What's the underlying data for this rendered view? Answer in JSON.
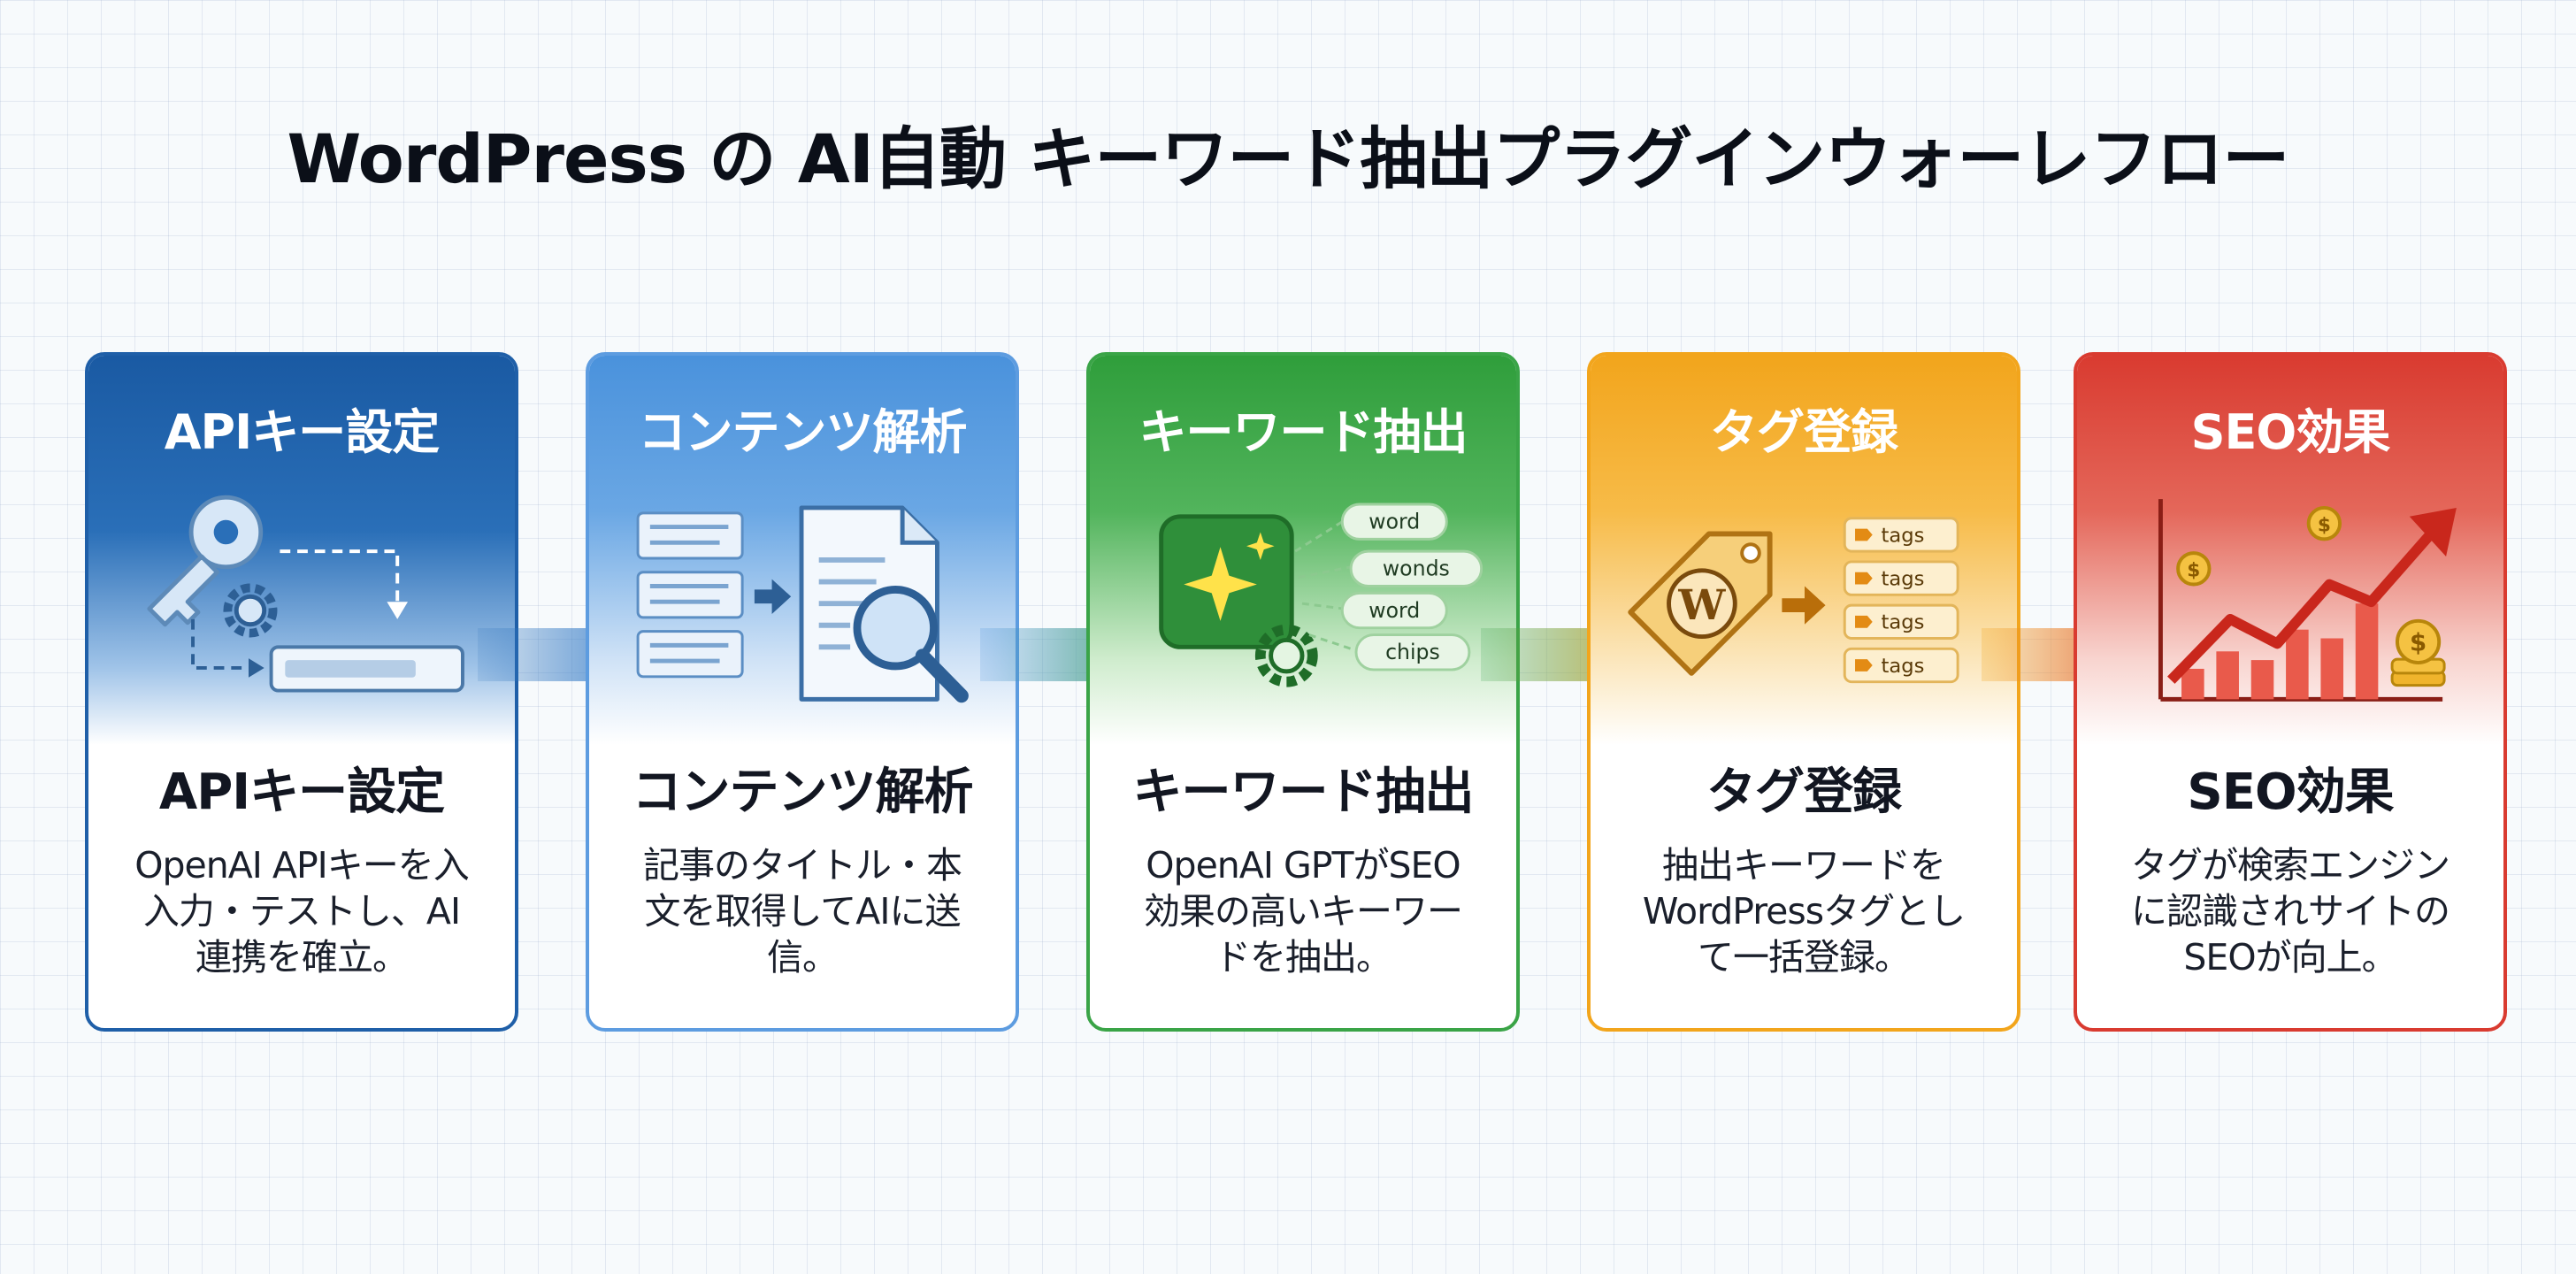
{
  "title": "WordPress の AI自動 キーワード抽出プラグインウォーレフロー",
  "colors": {
    "blue": "#1f5fa8",
    "light_blue": "#4a92dc",
    "green": "#2f9e3b",
    "orange": "#f2a51c",
    "red": "#d93b30"
  },
  "steps": [
    {
      "header": "APIキー設定",
      "title": "APIキー設定",
      "desc_lines": [
        "OpenAI APIキーを入",
        "入力・テストし、AI",
        "連携を確立。"
      ],
      "icons": [
        "key-icon",
        "gear-icon",
        "input-field-icon"
      ]
    },
    {
      "header": "コンテンツ解析",
      "title": "コンテンツ解析",
      "desc_lines": [
        "記事のタイトル・本",
        "文を取得してAIに送",
        "信。"
      ],
      "icons": [
        "text-lines-icon",
        "document-icon",
        "magnifier-icon"
      ]
    },
    {
      "header": "キーワード抽出",
      "title": "キーワード抽出",
      "desc_lines": [
        "OpenAI GPTがSEO",
        "効果の高いキーワー",
        "ドを抽出。"
      ],
      "icons": [
        "sparkle-icon",
        "gear-icon"
      ],
      "chips": [
        "word",
        "wonds",
        "word",
        "chips"
      ]
    },
    {
      "header": "タグ登録",
      "title": "タグ登録",
      "desc_lines": [
        "抽出キーワードを",
        "WordPressタグとし",
        "て一括登録。"
      ],
      "icons": [
        "wordpress-tag-icon"
      ],
      "tags": [
        "tags",
        "tags",
        "tags",
        "tags"
      ]
    },
    {
      "header": "SEO効果",
      "title": "SEO効果",
      "desc_lines": [
        "タグが検索エンジン",
        "に認識されサイトの",
        "SEOが向上。"
      ],
      "icons": [
        "growth-chart-icon",
        "coin-icon"
      ]
    }
  ]
}
